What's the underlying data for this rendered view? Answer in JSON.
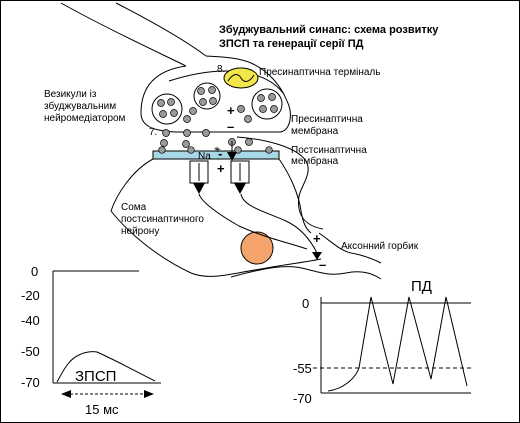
{
  "title": {
    "line1": "Збуджувальний синапс: схема розвитку",
    "line2": "ЗПСП та генерації серії ПД"
  },
  "labels": {
    "vesicles": [
      "Везикули із",
      "збуджувальним",
      "нейромедіатором"
    ],
    "presynaptic_terminal": "Пресинаптична терміналь",
    "presynaptic_membrane": [
      "Пресинаптична",
      "мембрана"
    ],
    "postsynaptic_membrane": [
      "Постсинаптична",
      "мембрана"
    ],
    "soma": [
      "Сома",
      "постсинаптичного",
      "нейрону"
    ],
    "axon_hillock": "Аксонний горбик",
    "num8": "8.",
    "num7": "7.",
    "na": "Na",
    "na_sup": "+"
  },
  "signs": {
    "pre_plus": "+",
    "pre_minus": "–",
    "post_plus": "+",
    "post_minus": "-",
    "hillock_plus": "+",
    "hillock_minus": "–"
  },
  "epsp_plot": {
    "ticks": [
      "0",
      "-20",
      "-40",
      "-50",
      "-70"
    ],
    "label": "ЗПСП",
    "duration": "15 мс"
  },
  "ap_plot": {
    "label": "ПД",
    "ticks": [
      "0",
      "-55",
      "-70"
    ]
  },
  "colors": {
    "membrane_band": "#a8d8e8",
    "soma_nucleus": "#f4a46c",
    "synaptic_cleft_dot": "#9a9a9a",
    "mitochondrion": "#f2e64a"
  }
}
